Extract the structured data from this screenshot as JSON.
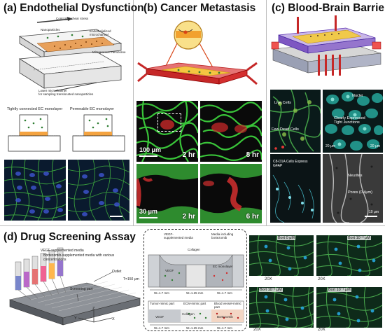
{
  "panels": {
    "a": {
      "title": "(a) Endothelial Dysfunction",
      "labels": {
        "controlled_shear": "Controlled shear stress",
        "nanoparticles": "Nanoparticles",
        "endothelial": "Endothelialized microchannel",
        "membrane": "Microporous membrane",
        "lower": "Lower microchannel",
        "sampling": "for sampling translocated nanoparticles",
        "tight": "Tightly connected EC monolayer",
        "permeable": "Permeable EC monolayer"
      }
    },
    "b": {
      "title": "(b) Cancer Metastasis",
      "images": [
        {
          "time": "2 hr",
          "scale": "100 μm"
        },
        {
          "time": "8 hr",
          "scale": ""
        },
        {
          "time": "2 hr",
          "scale": "30 μm"
        },
        {
          "time": "6 hr",
          "scale": ""
        }
      ]
    },
    "c": {
      "title": "(c) Blood-Brain Barrier",
      "labels": {
        "live": "Live Cells",
        "dead": "Few Dead Cells",
        "nuclei": "Nuclei",
        "tight": "Clearly Expressed Tight Junctions",
        "c8": "C8-D1A Cells Express GFAP",
        "neurites": "Neurites",
        "pores": "Pores (0.4μm)",
        "s1": "20 μm",
        "s2": "20 μm",
        "s3": "10 μm"
      }
    },
    "d": {
      "title": "(d) Drug Screening Assay",
      "labels": {
        "vegf_media": "VEGF-supplemented media",
        "bortezomib_media": "Bortezomib-supplemented media with various concentrations",
        "outlet": "Outlet",
        "screening": "Screening part",
        "thickness": "T=150 μm",
        "vegf_sup": "VEGF-supplemented media",
        "media_bort": "Media including bortezomib",
        "collagen": "Collagen",
        "vegf": "VEGF",
        "ec": "EC monolayer",
        "w1": "W=1.7 mm",
        "w2": "W=1.25 mm",
        "w3": "W=1.7 mm",
        "tumor": "Tumor-mimic part",
        "ecm": "ECM-mimic part",
        "blood": "Blood vessel-mimic part",
        "vegf2": "VEGF",
        "collagen2": "Collagen",
        "bortezomib": "Bortezomib",
        "w4": "W=1.7 mm",
        "w5": "W=1.25 mm",
        "w6": "W=1.7 mm",
        "axis_x": "X",
        "axis_y": "Y",
        "axis_z": "Z"
      },
      "images": [
        {
          "label": "Bort 0 μM",
          "mag": "20X"
        },
        {
          "label": "Bort 10⁻³ μM",
          "mag": "20X"
        },
        {
          "label": "Bort 10⁻² μM",
          "mag": "20X"
        },
        {
          "label": "Bort 10⁻¹ μM",
          "mag": "20X"
        }
      ]
    }
  }
}
